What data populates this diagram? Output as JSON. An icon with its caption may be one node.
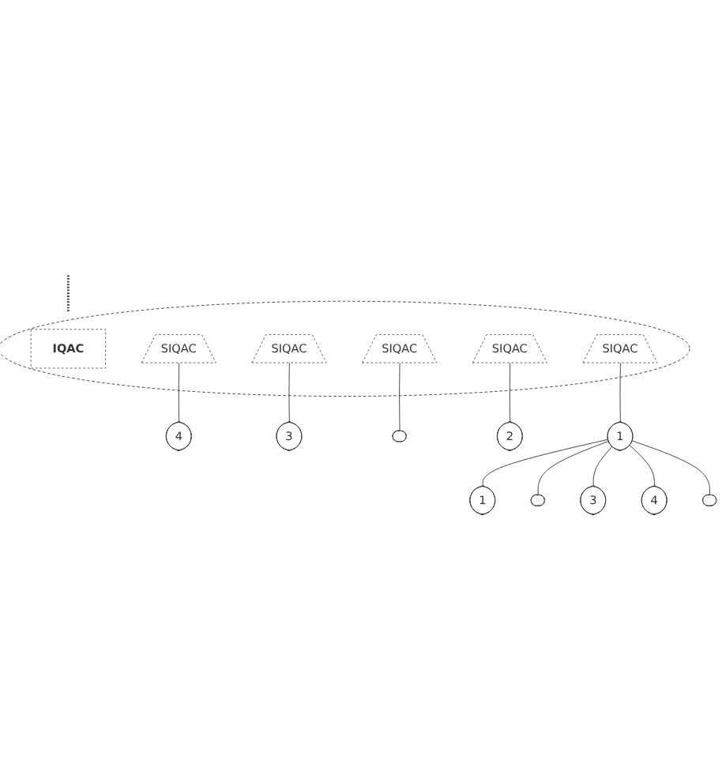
{
  "diagram": {
    "nodes": [
      {
        "text": [],
        "shape": "ellipse"
      },
      {
        "text": [
          "IQAC"
        ],
        "in": 0
      },
      {
        "text": [
          "SIQAC"
        ],
        "in": 0
      },
      {
        "text": [
          "SIQAC"
        ],
        "in": 0
      },
      {
        "text": [
          "SIQAC"
        ],
        "in": 0
      },
      {
        "text": [
          "SIQAC"
        ],
        "in": 0
      },
      {
        "text": [
          "SIQAC"
        ],
        "in": 0
      },
      {
        "text": [
          "4"
        ]
      },
      {
        "text": [
          "3"
        ]
      },
      {
        "text": [],
        "shape": "ellipse"
      },
      {
        "text": [
          "2"
        ]
      },
      {
        "text": [
          "1"
        ]
      },
      {
        "text": [
          "1"
        ]
      },
      {
        "text": [],
        "shape": "ellipse"
      },
      {
        "text": [
          "3"
        ]
      },
      {
        "text": [
          "4"
        ]
      },
      {
        "text": [],
        "shape": "ellipse"
      }
    ],
    "edges": [
      {
        "from": null,
        "to": 0,
        "arrow": "none",
        "style": "dashed"
      },
      {
        "from": 2,
        "to": 7,
        "arrow": "none"
      },
      {
        "from": 3,
        "to": 8,
        "arrow": "none"
      },
      {
        "from": 4,
        "to": 9,
        "arrow": "none"
      },
      {
        "from": 5,
        "to": 10,
        "arrow": "none"
      },
      {
        "from": 6,
        "to": 11,
        "arrow": "none"
      },
      {
        "from": 11,
        "to": 12,
        "arrow": "none"
      },
      {
        "from": 11,
        "to": 13,
        "arrow": "none"
      },
      {
        "from": 11,
        "to": 14,
        "arrow": "none"
      },
      {
        "from": 11,
        "to": 15,
        "arrow": "none"
      },
      {
        "from": 11,
        "to": 16,
        "arrow": "none"
      }
    ]
  }
}
